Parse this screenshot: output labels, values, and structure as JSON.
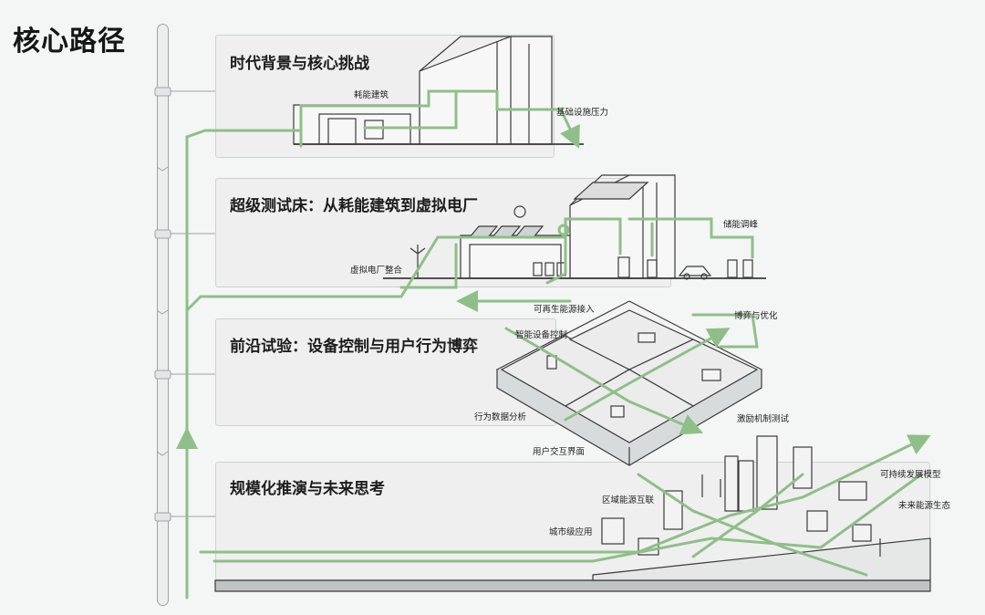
{
  "page": {
    "title": "核心路径"
  },
  "stages": [
    {
      "title": "时代背景与核心挑战",
      "labels": [
        "耗能建筑",
        "基础设施压力"
      ]
    },
    {
      "title": "超级测试床：从耗能建筑到虚拟电厂",
      "labels": [
        "储能调峰",
        "虚拟电厂整合",
        "可再生能源接入"
      ]
    },
    {
      "title": "前沿试验：设备控制与用户行为博弈",
      "labels": [
        "智能设备控制",
        "博弈与优化",
        "行为数据分析",
        "激励机制测试",
        "用户交互界面"
      ]
    },
    {
      "title": "规模化推演与未来思考",
      "labels": [
        "区域能源互联",
        "可持续发展模型",
        "未来能源生态",
        "城市级应用"
      ]
    }
  ],
  "colors": {
    "flow": "#8fbf88",
    "line": "#3a3a3a",
    "panel": "#efefef"
  }
}
